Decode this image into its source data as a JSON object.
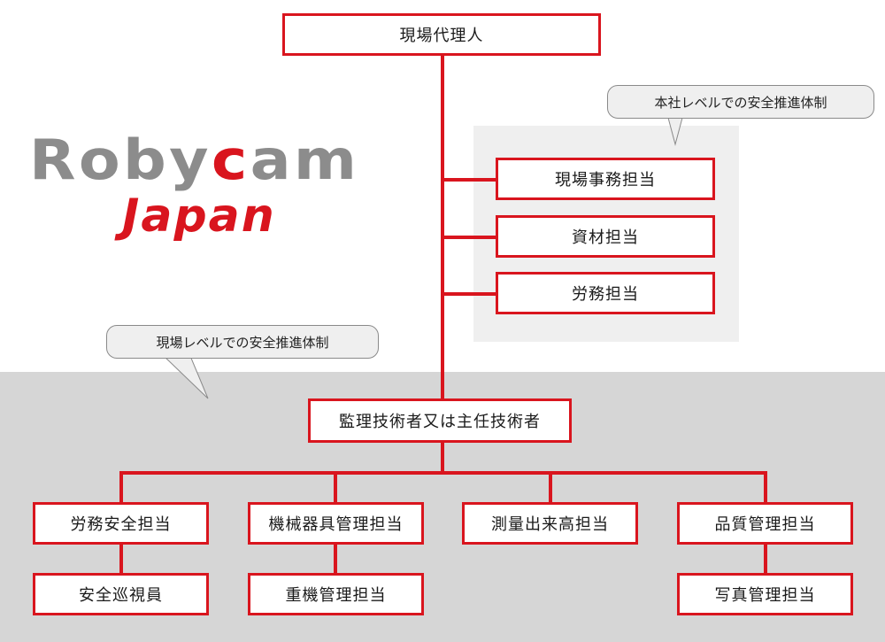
{
  "logo": {
    "brand_part1": "Roby",
    "brand_accent": "c",
    "brand_part2": "am",
    "brand_line2": "Japan"
  },
  "colors": {
    "accent_red": "#d9151e",
    "site_band_gray": "#d6d6d6",
    "hq_panel_gray": "#efefef"
  },
  "chart": {
    "top": {
      "label": "現場代理人"
    },
    "hq_callout": "本社レベルでの安全推進体制",
    "site_callout": "現場レベルでの安全推進体制",
    "hq_roles": [
      {
        "label": "現場事務担当"
      },
      {
        "label": "資材担当"
      },
      {
        "label": "労務担当"
      }
    ],
    "supervisor": {
      "label": "監理技術者又は主任技術者"
    },
    "departments": [
      {
        "label": "労務安全担当",
        "sub": "安全巡視員"
      },
      {
        "label": "機械器具管理担当",
        "sub": "重機管理担当"
      },
      {
        "label": "測量出来高担当"
      },
      {
        "label": "品質管理担当",
        "sub": "写真管理担当"
      }
    ]
  }
}
